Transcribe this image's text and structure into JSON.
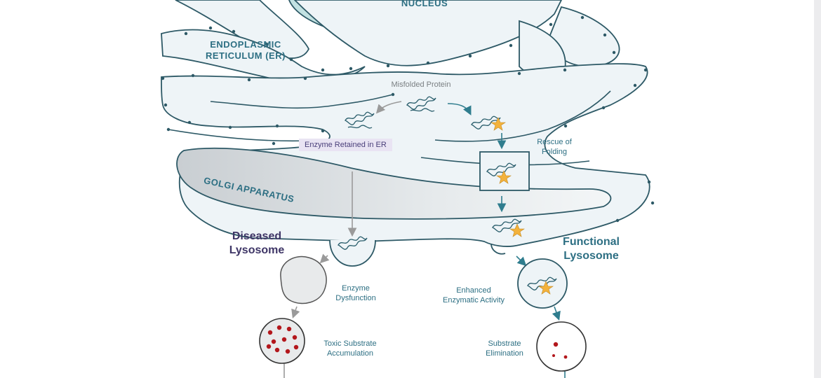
{
  "labels": {
    "nucleus": "NUCLEUS",
    "er": "ENDOPLASMIC\nRETICULUM (ER)",
    "golgi": "GOLGI APPARATUS",
    "misfolded_protein": "Misfolded Protein",
    "enzyme_retained": "Enzyme Retained in ER",
    "rescue_folding": "Rescue of\nFolding",
    "diseased_lysosome": "Diseased\nLysosome",
    "functional_lysosome": "Functional\nLysosome",
    "enzyme_dysfunction": "Enzyme\nDysfunction",
    "enhanced_activity": "Enhanced\nEnzymatic Activity",
    "toxic_accumulation": "Toxic Substrate\nAccumulation",
    "substrate_elimination": "Substrate\nElimination"
  },
  "colors": {
    "membrane": "#2d5966",
    "lumen": "#eef4f7",
    "nucleus_fill": "#7fc4c8",
    "nucleus_outer": "#c2e2e2",
    "golgi_fill": "#d7dbde",
    "teal_text": "#2d6f83",
    "purple_text": "#3e3566",
    "chaperone": "#f3b23c",
    "substrate": "#b3171c",
    "arrow_grey": "#9a9a9a",
    "arrow_teal": "#2f7d8e"
  }
}
